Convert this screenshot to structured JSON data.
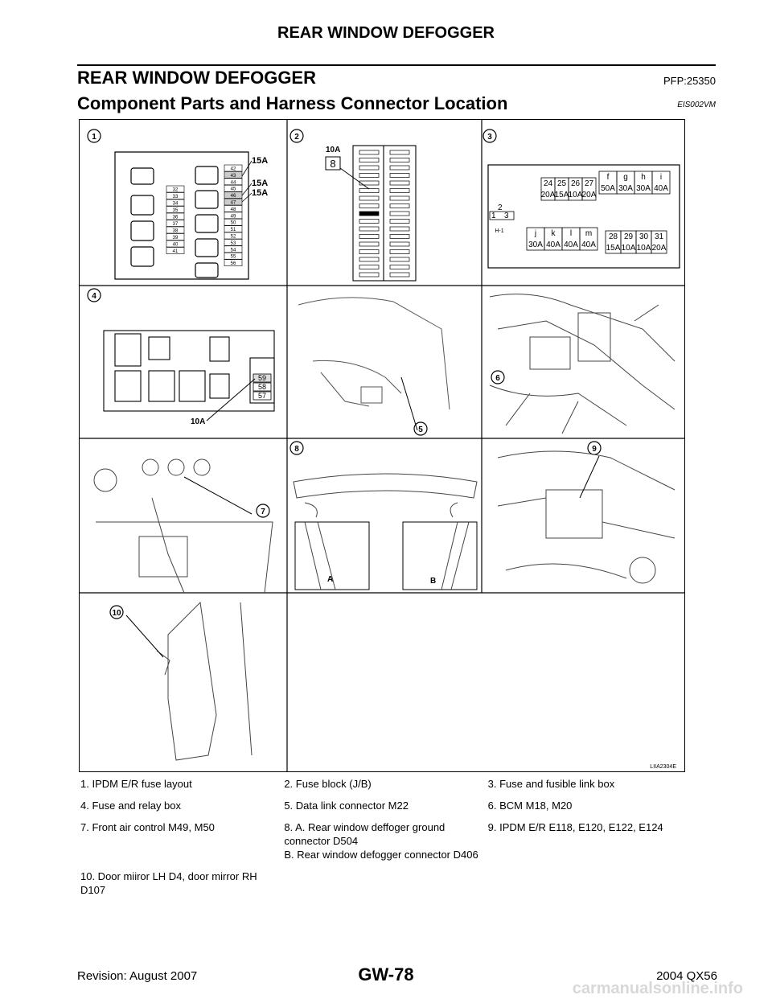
{
  "header": {
    "running_title": "REAR WINDOW DEFOGGER"
  },
  "section": {
    "title": "REAR WINDOW DEFOGGER",
    "code": "PFP:25350"
  },
  "subsection": {
    "title": "Component Parts and Harness Connector Location",
    "code": "EIS002VM"
  },
  "figure": {
    "id": "LIIA2304E",
    "panel_numbers": [
      "1",
      "2",
      "3",
      "4",
      "5",
      "6",
      "7",
      "8",
      "9",
      "10"
    ],
    "panel1": {
      "fuse_labels": [
        "15A",
        "15A",
        "15A"
      ],
      "left_column": [
        "32",
        "33",
        "34",
        "35",
        "36",
        "37",
        "38",
        "39",
        "40",
        "41"
      ],
      "right_column": [
        "42",
        "43",
        "44",
        "45",
        "46",
        "47",
        "48",
        "49",
        "50",
        "51",
        "52",
        "53",
        "54",
        "55",
        "56"
      ]
    },
    "panel2": {
      "fuse_rating": "10A",
      "fuse_number": "8"
    },
    "panel3": {
      "top_numbers": [
        "24",
        "25",
        "26",
        "27"
      ],
      "top_ratings": [
        "20A",
        "15A",
        "10A",
        "20A"
      ],
      "fusible_letters": [
        "f",
        "g",
        "h",
        "i"
      ],
      "fusible_ratings": [
        "50A",
        "30A",
        "30A",
        "40A"
      ],
      "relay_numbers": [
        "2",
        "1",
        "3"
      ],
      "connector": "H-1",
      "mid_letters": [
        "j",
        "k",
        "l",
        "m"
      ],
      "mid_ratings": [
        "30A",
        "40A",
        "40A",
        "40A"
      ],
      "bottom_numbers": [
        "28",
        "29",
        "30",
        "31"
      ],
      "bottom_ratings": [
        "15A",
        "10A",
        "10A",
        "20A"
      ]
    },
    "panel4": {
      "fuse_numbers": [
        "59",
        "58",
        "57"
      ],
      "fuse_rating": "10A"
    },
    "panel8": {
      "detail_a": "A",
      "detail_b": "B"
    }
  },
  "legend": [
    [
      "1.   IPDM E/R fuse layout",
      "2.   Fuse block (J/B)",
      "3.   Fuse and fusible link box"
    ],
    [
      "4.   Fuse and relay box",
      "5.   Data link connector M22",
      "6.   BCM M18, M20"
    ],
    [
      "7.   Front air control M49, M50",
      "8.   A. Rear window deffoger ground connector D504\nB. Rear window defogger connector D406",
      "9.   IPDM E/R E118, E120, E122, E124"
    ],
    [
      "10. Door miiror LH D4, door mirror RH D107",
      "",
      ""
    ]
  ],
  "footer": {
    "revision": "Revision: August 2007",
    "page": "GW-78",
    "model": "2004 QX56"
  },
  "watermark": "carmanualsonline.info"
}
